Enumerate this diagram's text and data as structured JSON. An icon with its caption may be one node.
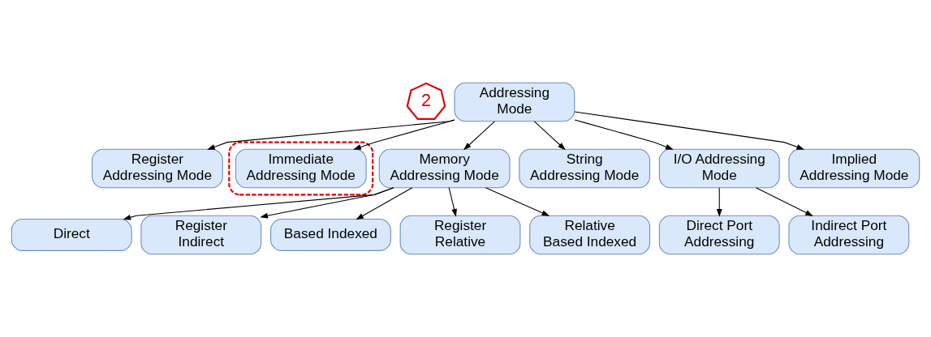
{
  "diagram": {
    "nodes": [
      {
        "text": [
          "2"
        ]
      },
      {
        "text": [
          "Addressing Mode"
        ]
      },
      {
        "text": [],
        "shape": "box"
      },
      {
        "text": [
          "Register Addressing Mode"
        ]
      },
      {
        "text": [
          "Immediate Addressing Mode"
        ],
        "in": 2
      },
      {
        "text": [
          "Memory Addressing Mode"
        ]
      },
      {
        "text": [
          "String Addressing Mode"
        ]
      },
      {
        "text": [
          "I/O Addressing Mode"
        ]
      },
      {
        "text": [
          "Implied Addressing Mode"
        ]
      },
      {
        "text": [
          "Direct Port Addressing"
        ]
      },
      {
        "text": [
          "Indirect Port Addressing"
        ]
      },
      {
        "text": [
          "Direct"
        ]
      },
      {
        "text": [
          "Register Indirect"
        ]
      },
      {
        "text": [
          "Based Indexed"
        ]
      },
      {
        "text": [
          "Register Relative"
        ]
      },
      {
        "text": [
          "Relative Based Indexed"
        ]
      }
    ],
    "edges": [
      {
        "from": 1,
        "to": 3,
        "arrow": "to"
      },
      {
        "from": 1,
        "to": 4,
        "arrow": "to"
      },
      {
        "from": 1,
        "to": 5,
        "arrow": "to"
      },
      {
        "from": 1,
        "to": 6,
        "arrow": "to"
      },
      {
        "from": 1,
        "to": 7,
        "arrow": "to"
      },
      {
        "from": 1,
        "to": 8,
        "arrow": "to"
      },
      {
        "from": 7,
        "to": 9,
        "arrow": "to"
      },
      {
        "from": 7,
        "to": 10,
        "arrow": "to"
      },
      {
        "from": 5,
        "to": 11,
        "arrow": "to"
      },
      {
        "from": 5,
        "to": 12,
        "arrow": "to"
      },
      {
        "from": 5,
        "to": 13,
        "arrow": "to"
      },
      {
        "from": 5,
        "to": 14,
        "arrow": "to"
      },
      {
        "from": 5,
        "to": 15,
        "arrow": "to"
      }
    ]
  }
}
